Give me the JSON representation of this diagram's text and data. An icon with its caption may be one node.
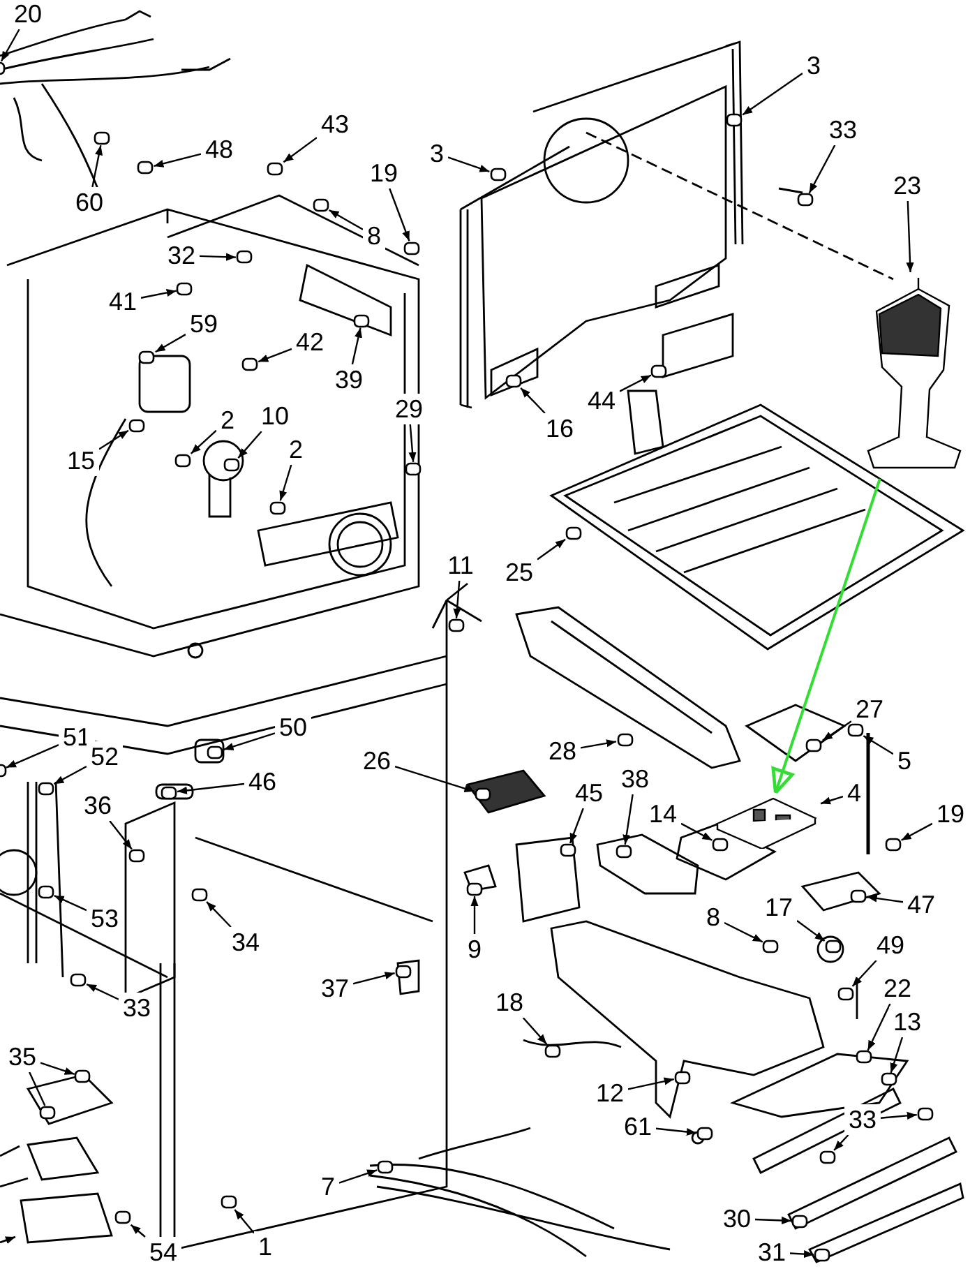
{
  "diagram": {
    "nodes": [
      {
        "text": [
          "20"
        ]
      },
      {
        "text": [
          "3"
        ]
      },
      {
        "text": [
          "43"
        ]
      },
      {
        "text": [
          "33"
        ]
      },
      {
        "text": [
          "48"
        ]
      },
      {
        "text": [
          "3"
        ]
      },
      {
        "text": [
          "19"
        ]
      },
      {
        "text": [
          "23"
        ]
      },
      {
        "text": [
          "60"
        ]
      },
      {
        "text": [
          "8"
        ]
      },
      {
        "text": [
          "32"
        ]
      },
      {
        "text": [
          "41"
        ]
      },
      {
        "text": [
          "59"
        ]
      },
      {
        "text": [
          "42"
        ]
      },
      {
        "text": [
          "39"
        ]
      },
      {
        "text": [
          "44"
        ]
      },
      {
        "text": [
          "29"
        ]
      },
      {
        "text": [
          "2"
        ]
      },
      {
        "text": [
          "10"
        ]
      },
      {
        "text": [
          "16"
        ]
      },
      {
        "text": [
          "2"
        ]
      },
      {
        "text": [
          "15"
        ]
      },
      {
        "text": [
          "11"
        ]
      },
      {
        "text": [
          "25"
        ]
      },
      {
        "text": [
          "27"
        ]
      },
      {
        "text": [
          "50"
        ]
      },
      {
        "text": [
          "51"
        ]
      },
      {
        "text": [
          "28"
        ]
      },
      {
        "text": [
          "52"
        ]
      },
      {
        "text": [
          "5"
        ]
      },
      {
        "text": [
          "26"
        ]
      },
      {
        "text": [
          "46"
        ]
      },
      {
        "text": [
          "45"
        ]
      },
      {
        "text": [
          "38"
        ]
      },
      {
        "text": [
          "4"
        ]
      },
      {
        "text": [
          "36"
        ]
      },
      {
        "text": [
          "14"
        ]
      },
      {
        "text": [
          "19"
        ]
      },
      {
        "text": [
          "47"
        ]
      },
      {
        "text": [
          "17"
        ]
      },
      {
        "text": [
          "53"
        ]
      },
      {
        "text": [
          "8"
        ]
      },
      {
        "text": [
          "34"
        ]
      },
      {
        "text": [
          "49"
        ]
      },
      {
        "text": [
          "9"
        ]
      },
      {
        "text": [
          "37"
        ]
      },
      {
        "text": [
          "22"
        ]
      },
      {
        "text": [
          "18"
        ]
      },
      {
        "text": [
          "33"
        ]
      },
      {
        "text": [
          "13"
        ]
      },
      {
        "text": [
          "35"
        ]
      },
      {
        "text": [
          "12"
        ]
      },
      {
        "text": [
          "33"
        ]
      },
      {
        "text": [
          "61"
        ]
      },
      {
        "text": [
          "7"
        ]
      },
      {
        "text": [
          "30"
        ]
      },
      {
        "text": [
          "1"
        ]
      },
      {
        "text": [
          "31"
        ]
      },
      {
        "text": [
          "54"
        ]
      },
      {
        "text": [],
        "shape": "picture"
      },
      {
        "text": [],
        "shape": "picture"
      },
      {
        "text": [],
        "shape": "box"
      },
      {
        "text": [],
        "shape": "box"
      },
      {
        "text": [],
        "shape": "box"
      },
      {
        "text": [],
        "shape": "box"
      },
      {
        "text": [],
        "shape": "box"
      },
      {
        "text": [],
        "shape": "box"
      },
      {
        "text": [],
        "shape": "box"
      },
      {
        "text": [],
        "shape": "box"
      },
      {
        "text": [],
        "shape": "box"
      },
      {
        "text": [],
        "shape": "box"
      },
      {
        "text": [],
        "shape": "box"
      },
      {
        "text": [],
        "shape": "box"
      },
      {
        "text": [],
        "shape": "box"
      },
      {
        "text": [],
        "shape": "box"
      },
      {
        "text": [],
        "shape": "box"
      },
      {
        "text": [],
        "shape": "box"
      },
      {
        "text": [],
        "shape": "box"
      },
      {
        "text": [],
        "shape": "box"
      },
      {
        "text": [],
        "shape": "box"
      },
      {
        "text": [],
        "shape": "box"
      },
      {
        "text": [],
        "shape": "box"
      },
      {
        "text": [],
        "shape": "box"
      },
      {
        "text": [],
        "shape": "box"
      },
      {
        "text": [],
        "shape": "box"
      },
      {
        "text": [],
        "shape": "box"
      },
      {
        "text": [],
        "shape": "box"
      },
      {
        "text": [],
        "shape": "box"
      },
      {
        "text": [],
        "shape": "box"
      },
      {
        "text": [],
        "shape": "box"
      },
      {
        "text": [],
        "shape": "box"
      },
      {
        "text": [],
        "shape": "box"
      },
      {
        "text": [],
        "shape": "box"
      },
      {
        "text": [],
        "shape": "box"
      },
      {
        "text": [],
        "shape": "box"
      },
      {
        "text": [],
        "shape": "box"
      },
      {
        "text": [],
        "shape": "box"
      },
      {
        "text": [],
        "shape": "box"
      },
      {
        "text": [],
        "shape": "box"
      },
      {
        "text": [],
        "shape": "box"
      },
      {
        "text": [],
        "shape": "box"
      },
      {
        "text": [],
        "shape": "box"
      },
      {
        "text": [],
        "shape": "box"
      },
      {
        "text": [],
        "shape": "box"
      },
      {
        "text": [],
        "shape": "box"
      },
      {
        "text": [],
        "shape": "box"
      },
      {
        "text": [],
        "shape": "box"
      },
      {
        "text": [],
        "shape": "box"
      },
      {
        "text": [],
        "shape": "box"
      },
      {
        "text": [],
        "shape": "box"
      },
      {
        "text": [],
        "shape": "box"
      },
      {
        "text": [],
        "shape": "box"
      },
      {
        "text": [],
        "shape": "box"
      },
      {
        "text": [],
        "shape": "box"
      },
      {
        "text": [],
        "shape": "box"
      },
      {
        "text": [],
        "shape": "box"
      },
      {
        "text": [],
        "shape": "box"
      },
      {
        "text": [],
        "shape": "box"
      },
      {
        "text": [],
        "shape": "box"
      },
      {
        "text": [],
        "shape": "box"
      }
    ],
    "edges": [
      {
        "from": 0,
        "to": 61,
        "arrow": "to"
      },
      {
        "from": 1,
        "to": 62,
        "arrow": "to"
      },
      {
        "from": 2,
        "to": 63,
        "arrow": "to"
      },
      {
        "from": 3,
        "to": 64,
        "arrow": "to"
      },
      {
        "from": 4,
        "to": 65,
        "arrow": "to"
      },
      {
        "from": 5,
        "to": 66,
        "arrow": "to"
      },
      {
        "from": 6,
        "to": 67,
        "arrow": "to"
      },
      {
        "from": 7,
        "to": 59,
        "arrow": "to"
      },
      {
        "from": 8,
        "to": 68,
        "arrow": "to"
      },
      {
        "from": 9,
        "to": 69,
        "arrow": "to"
      },
      {
        "from": 10,
        "to": 70,
        "arrow": "to"
      },
      {
        "from": 11,
        "to": 71,
        "arrow": "to"
      },
      {
        "from": 12,
        "to": 72,
        "arrow": "to"
      },
      {
        "from": 13,
        "to": 73,
        "arrow": "to"
      },
      {
        "from": 14,
        "to": 74,
        "arrow": "to"
      },
      {
        "from": 15,
        "to": 75,
        "arrow": "to"
      },
      {
        "from": 16,
        "to": 76,
        "arrow": "to"
      },
      {
        "from": 17,
        "to": 77,
        "arrow": "to"
      },
      {
        "from": 18,
        "to": 78,
        "arrow": "to"
      },
      {
        "from": 19,
        "to": 79,
        "arrow": "to"
      },
      {
        "from": 20,
        "to": 80,
        "arrow": "to"
      },
      {
        "from": 21,
        "to": 81,
        "arrow": "to"
      },
      {
        "from": 22,
        "to": 82,
        "arrow": "to"
      },
      {
        "from": 23,
        "to": 83,
        "arrow": "to"
      },
      {
        "from": 24,
        "to": 84,
        "arrow": "to"
      },
      {
        "from": 25,
        "to": 85,
        "arrow": "to"
      },
      {
        "from": 26,
        "to": 86,
        "arrow": "to"
      },
      {
        "from": 27,
        "to": 87,
        "arrow": "to"
      },
      {
        "from": 28,
        "to": 88,
        "arrow": "to"
      },
      {
        "from": 29,
        "to": 89,
        "arrow": "to"
      },
      {
        "from": 30,
        "to": 90,
        "arrow": "to"
      },
      {
        "from": 31,
        "to": 91,
        "arrow": "to"
      },
      {
        "from": 32,
        "to": 92,
        "arrow": "to"
      },
      {
        "from": 33,
        "to": 93,
        "arrow": "to"
      },
      {
        "from": 34,
        "to": 60,
        "arrow": "to"
      },
      {
        "from": 35,
        "to": 94,
        "arrow": "to"
      },
      {
        "from": 36,
        "to": 95,
        "arrow": "to"
      },
      {
        "from": 37,
        "to": 96,
        "arrow": "to"
      },
      {
        "from": 38,
        "to": 97,
        "arrow": "to"
      },
      {
        "from": 39,
        "to": 98,
        "arrow": "to"
      },
      {
        "from": 40,
        "to": 99,
        "arrow": "to"
      },
      {
        "from": 41,
        "to": 100,
        "arrow": "to"
      },
      {
        "from": 42,
        "to": 101,
        "arrow": "to"
      },
      {
        "from": 43,
        "to": 102,
        "arrow": "to"
      },
      {
        "from": 44,
        "to": 103,
        "arrow": "to"
      },
      {
        "from": 45,
        "to": 104,
        "arrow": "to"
      },
      {
        "from": 46,
        "to": 105,
        "arrow": "to"
      },
      {
        "from": 47,
        "to": 106,
        "arrow": "to"
      },
      {
        "from": 48,
        "to": 107,
        "arrow": "to"
      },
      {
        "from": 49,
        "to": 108,
        "arrow": "to"
      },
      {
        "from": 50,
        "to": 109,
        "arrow": "to"
      },
      {
        "from": 50,
        "to": 110,
        "arrow": "none"
      },
      {
        "from": 51,
        "to": 111,
        "arrow": "to"
      },
      {
        "from": 52,
        "to": 112,
        "arrow": "to"
      },
      {
        "from": 52,
        "to": 113,
        "arrow": "to"
      },
      {
        "from": 53,
        "to": 114,
        "arrow": "to"
      },
      {
        "from": 54,
        "to": 115,
        "arrow": "to"
      },
      {
        "from": 55,
        "to": 116,
        "arrow": "to"
      },
      {
        "from": 56,
        "to": 117,
        "arrow": "to"
      },
      {
        "from": 57,
        "to": 118,
        "arrow": "to"
      },
      {
        "from": 58,
        "to": 119,
        "arrow": "to"
      },
      {
        "from": 59,
        "to": 60,
        "arrow": "to",
        "color": "#33dd33"
      }
    ]
  }
}
